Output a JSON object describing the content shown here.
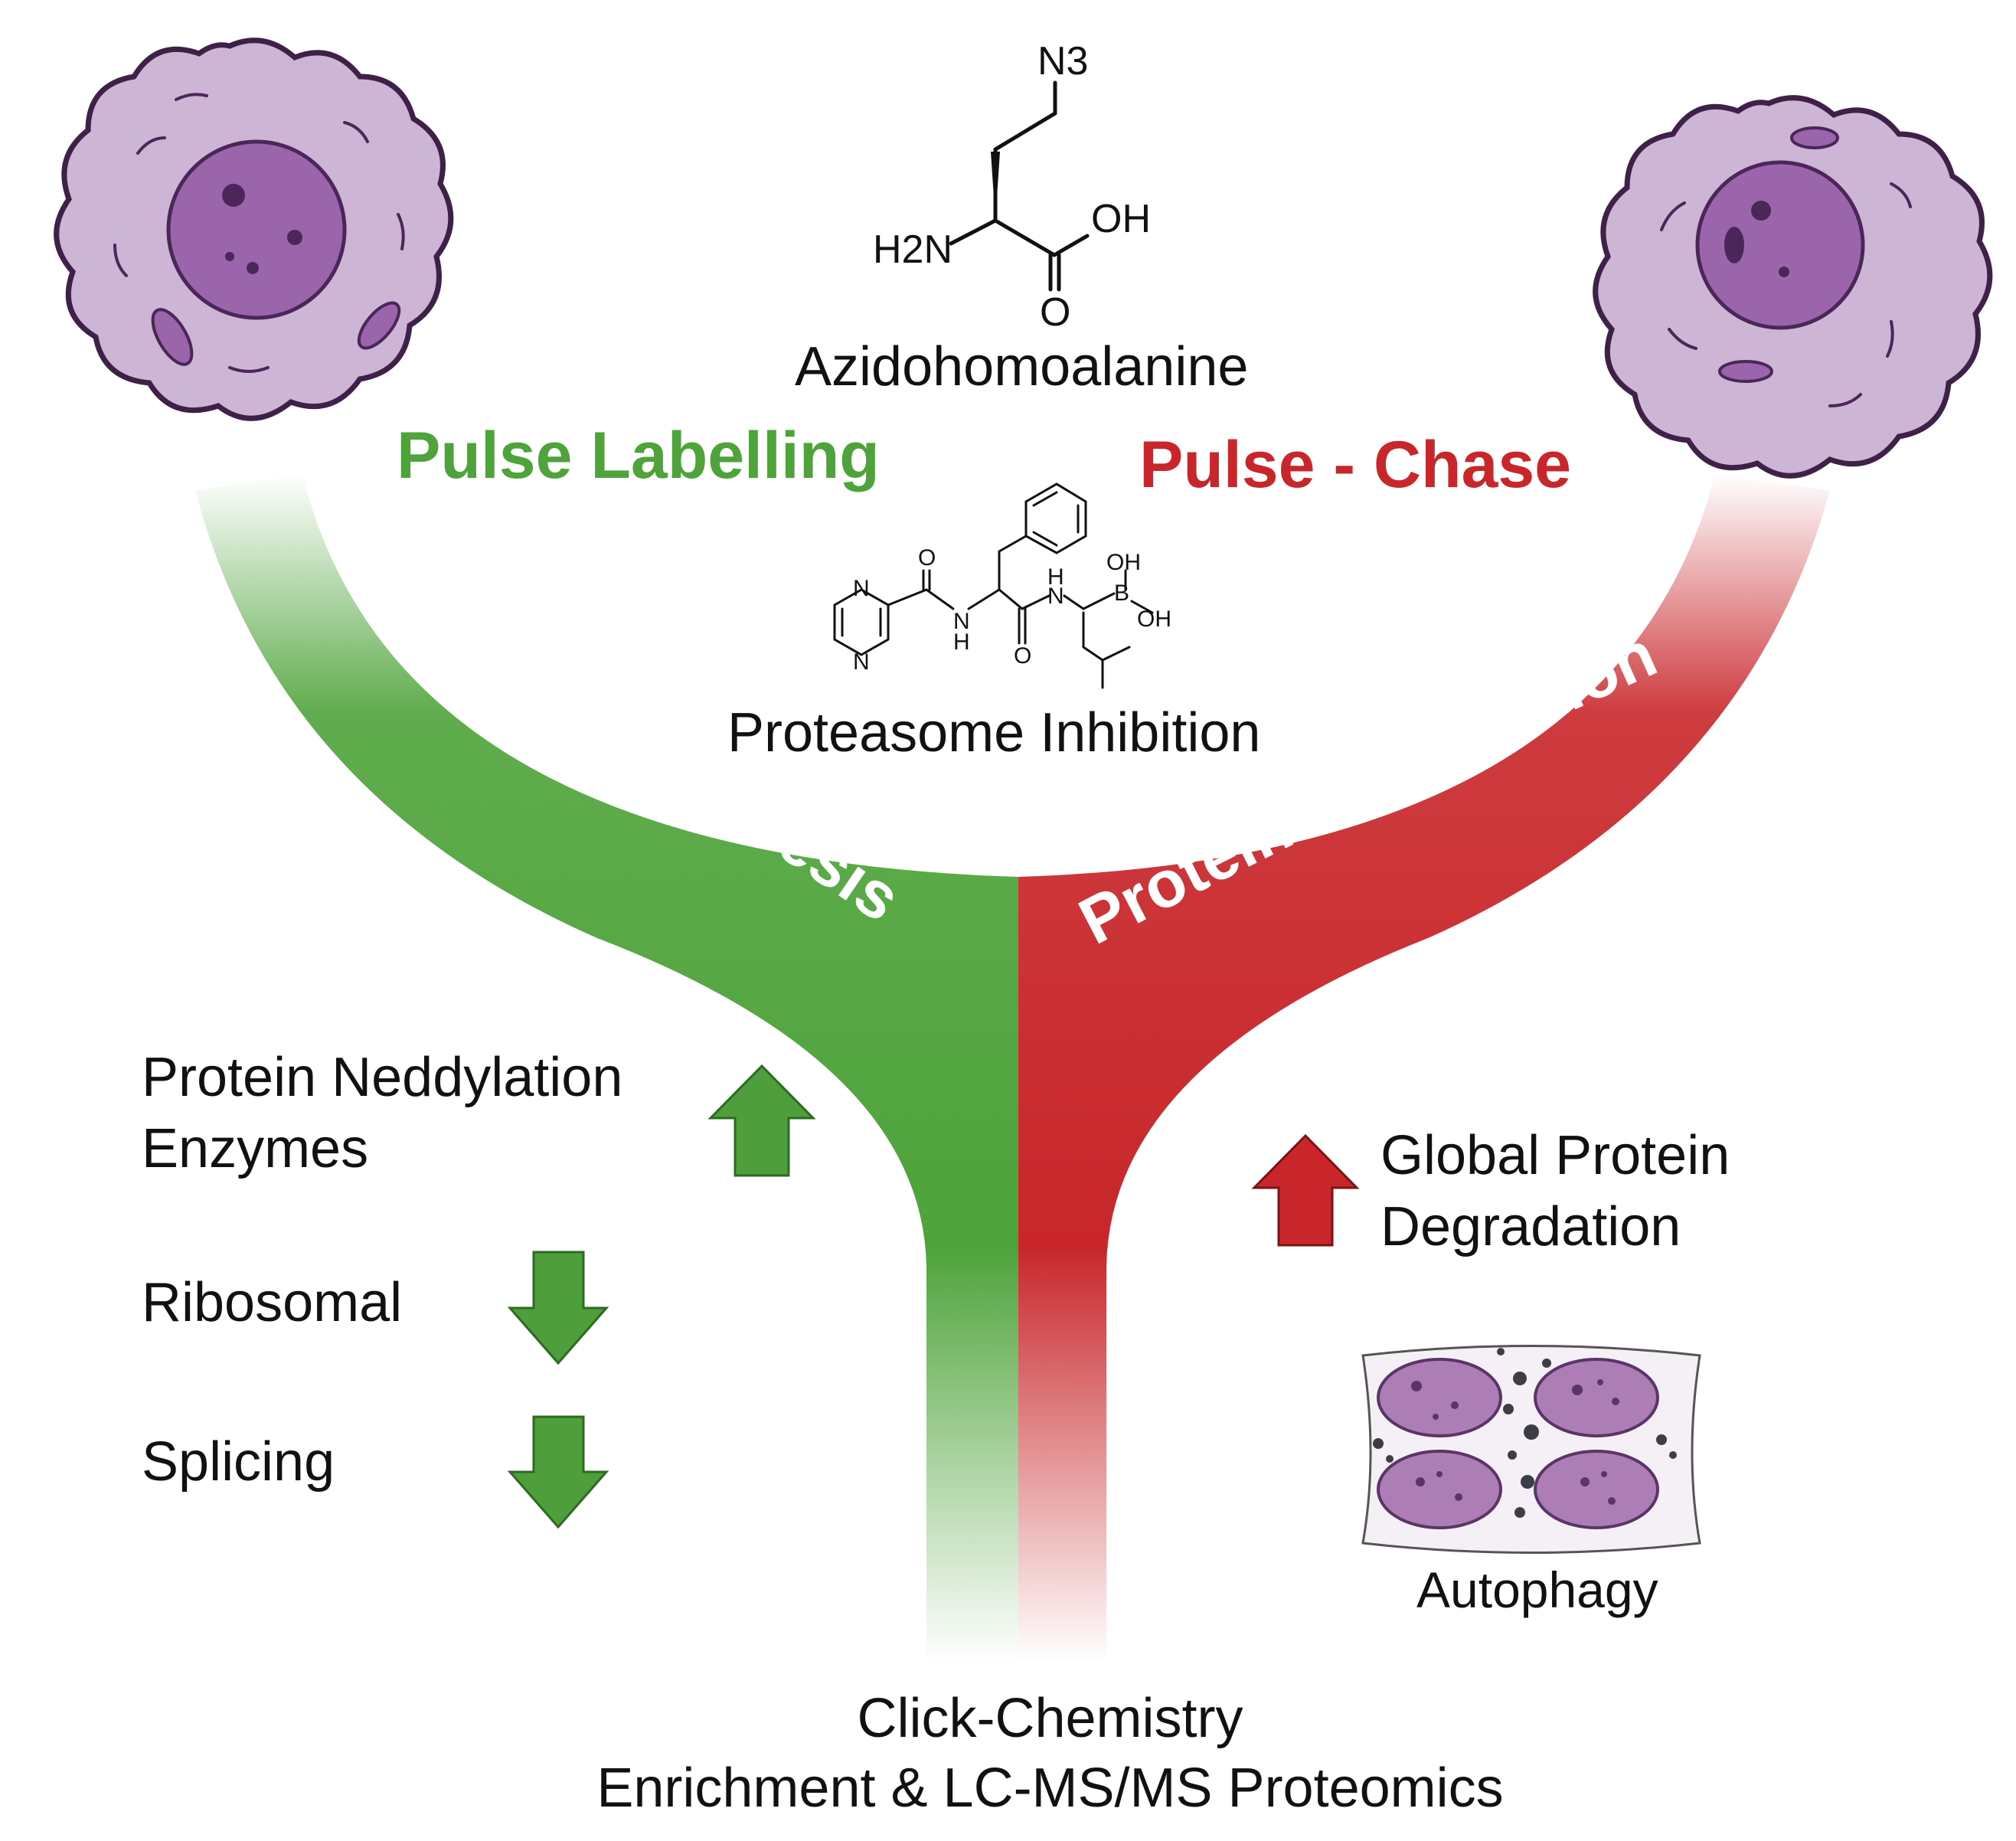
{
  "molecule_top": {
    "name": "Azidohomoalanine",
    "atoms": {
      "n3": "N3",
      "oh": "OH",
      "h2n": "H2N",
      "o": "O"
    }
  },
  "molecule_mid": {
    "name": "Proteasome Inhibition",
    "atoms": {
      "n1": "N",
      "n2": "N",
      "o1": "O",
      "nh1": "N",
      "h1": "H",
      "nh2": "N",
      "h2": "H",
      "o2": "O",
      "b": "B",
      "oh1": "OH",
      "oh2": "OH"
    }
  },
  "branches": {
    "left_title": "Pulse Labelling",
    "right_title": "Pulse - Chase",
    "left_band": "Protein Synthesis",
    "right_band": "Protein Degradation"
  },
  "left_items": [
    {
      "line1": "Protein Neddylation",
      "line2": "Enzymes",
      "direction": "up"
    },
    {
      "line1": "Ribosomal",
      "direction": "down"
    },
    {
      "line1": "Splicing",
      "direction": "down"
    }
  ],
  "right_item": {
    "line1": "Global Protein",
    "line2": "Degradation",
    "direction": "up"
  },
  "autophagy_label": "Autophagy",
  "bottom": {
    "line1": "Click-Chemistry",
    "line2": "Enrichment & LC-MS/MS Proteomics"
  },
  "colors": {
    "green": "#4ea33a",
    "red": "#c8262a",
    "cell_body": "#cdb5d6",
    "nucleus": "#9a65ab"
  }
}
